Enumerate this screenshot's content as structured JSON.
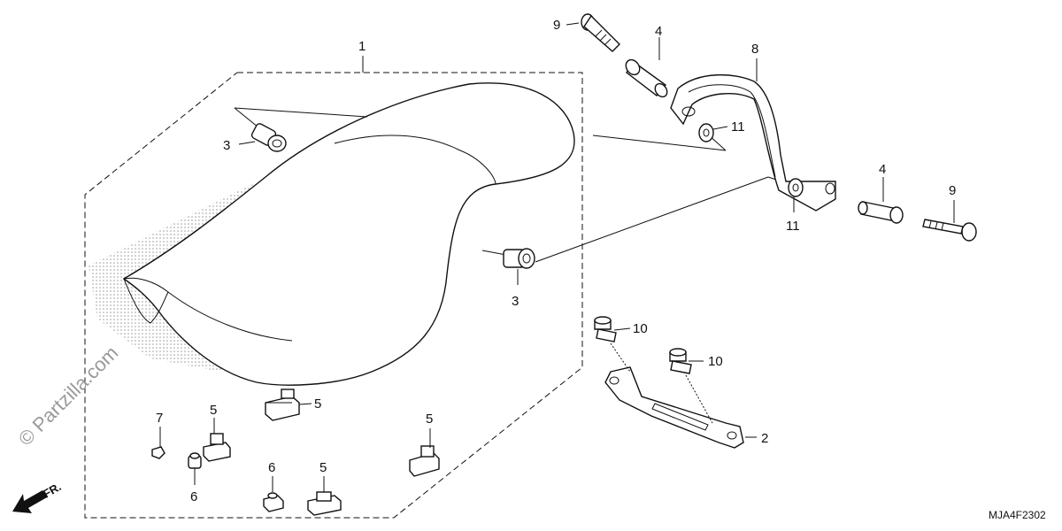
{
  "diagram": {
    "callouts": {
      "c1": "1",
      "c2": "2",
      "c3a": "3",
      "c3b": "3",
      "c4a": "4",
      "c4b": "4",
      "c5a": "5",
      "c5b": "5",
      "c5c": "5",
      "c5d": "5",
      "c6a": "6",
      "c6b": "6",
      "c7": "7",
      "c8": "8",
      "c9a": "9",
      "c9b": "9",
      "c10a": "10",
      "c10b": "10",
      "c11a": "11",
      "c11b": "11"
    },
    "diagram_code": "MJA4F2302",
    "watermark": "© Partzilla.com",
    "front_arrow_label": "FR."
  }
}
